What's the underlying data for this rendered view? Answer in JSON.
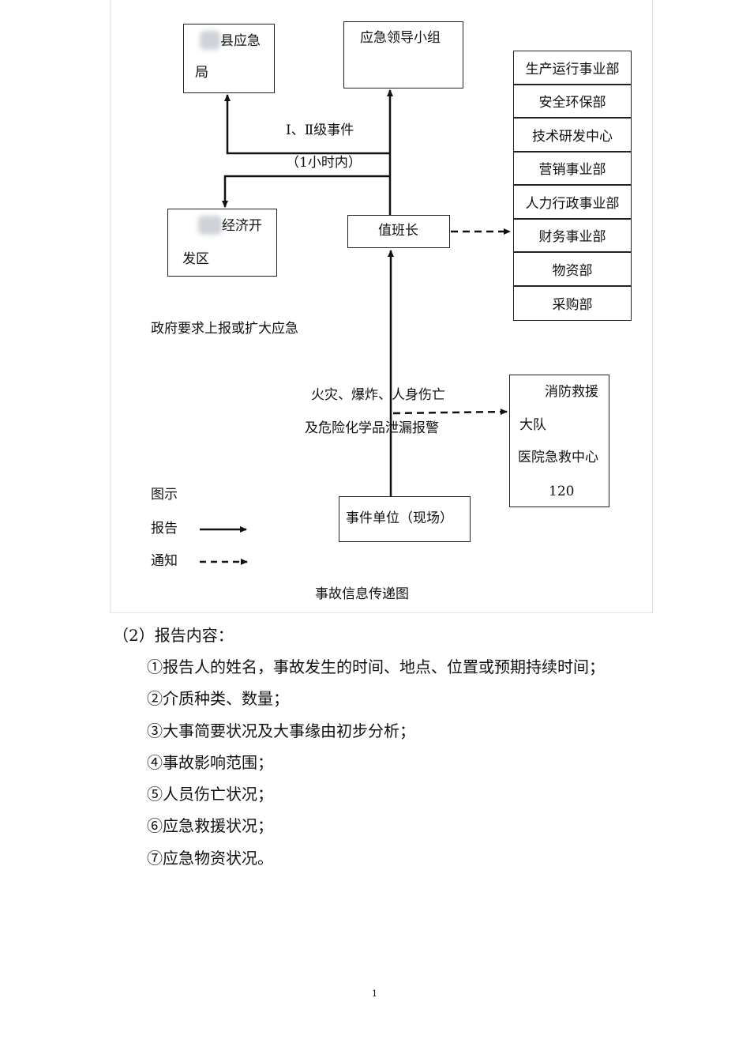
{
  "diagram": {
    "county_bureau": {
      "line1": "县应急",
      "line2": "局"
    },
    "leadership_group": "应急领导小组",
    "econ_zone": {
      "line1": "经济开",
      "line2": "发区"
    },
    "shift_leader": "值班长",
    "level_event_label": "Ⅰ、Ⅱ级事件",
    "time_label": "（1小时内）",
    "gov_label": "政府要求上报或扩大应急",
    "departments": [
      "生产运行事业部",
      "安全环保部",
      "技术研发中心",
      "营销事业部",
      "人力行政事业部",
      "财务事业部",
      "物资部",
      "采购部"
    ],
    "incident_label": {
      "line1": "火灾、爆炸、人身伤亡",
      "line2": "及危险化学品泄漏报警"
    },
    "rescue": {
      "line1": "消防救援",
      "line2": "大队",
      "line3": "医院急救中心",
      "line4": "120"
    },
    "scene_unit": "事件单位（现场）",
    "legend": {
      "title": "图示",
      "report": "报告",
      "notify": "通知"
    },
    "caption": "事故信息传递图"
  },
  "content": {
    "heading": "（2）报告内容：",
    "items": [
      "①报告人的姓名，事故发生的时间、地点、位置或预期持续时间；",
      "②介质种类、数量；",
      "③大事简要状况及大事缘由初步分析；",
      "④事故影响范围；",
      "⑤人员伤亡状况；",
      "⑥应急救援状况；",
      "⑦应急物资状况。"
    ]
  },
  "page_number": "1"
}
